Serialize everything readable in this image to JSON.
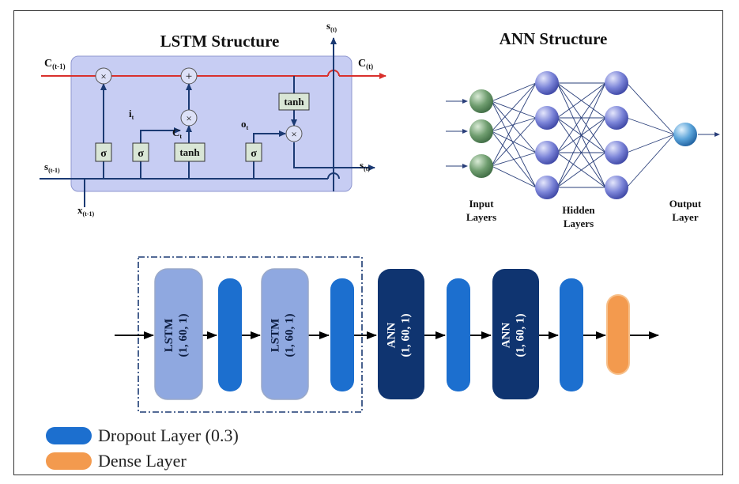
{
  "lstm_structure": {
    "title": "LSTM Structure",
    "labels": {
      "c_prev": "C",
      "c_prev_sub": "(t-1)",
      "c_out": "C",
      "c_out_sub": "(t)",
      "s_top": "s",
      "s_top_sub": "(t)",
      "s_prev": "s",
      "s_prev_sub": "(t-1)",
      "s_out": "s",
      "s_out_sub": "(t)",
      "x_in": "x",
      "x_in_sub": "(t-1)",
      "i_gate": "i",
      "i_gate_sub": "t",
      "c_tilde": "C",
      "c_tilde_sub": "t",
      "o_gate": "o",
      "o_gate_sub": "t"
    },
    "ops": {
      "multiply": "×",
      "add": "+"
    },
    "boxes": {
      "sigma": "σ",
      "tanh": "tanh"
    }
  },
  "ann_structure": {
    "title": "ANN Structure",
    "input_label": [
      "Input",
      "Layers"
    ],
    "hidden_label": [
      "Hidden",
      "Layers"
    ],
    "output_label": [
      "Output",
      "Layer"
    ]
  },
  "architecture": {
    "blocks": [
      {
        "kind": "lstm",
        "name": "LSTM",
        "shape": "(1, 60, 1)"
      },
      {
        "kind": "dropout"
      },
      {
        "kind": "lstm",
        "name": "LSTM",
        "shape": "(1, 60, 1)"
      },
      {
        "kind": "dropout"
      },
      {
        "kind": "ann",
        "name": "ANN",
        "shape": "(1, 60, 1)"
      },
      {
        "kind": "dropout"
      },
      {
        "kind": "ann",
        "name": "ANN",
        "shape": "(1, 60, 1)"
      },
      {
        "kind": "dropout"
      },
      {
        "kind": "dense"
      }
    ]
  },
  "legend": [
    {
      "label": "Dropout Layer (0.3)",
      "color": "#1c6fcf"
    },
    {
      "label": "Dense Layer",
      "color": "#f39a4e"
    }
  ],
  "colors": {
    "lstm_block": "#8fa8e0",
    "ann_block": "#0f3470",
    "dropout": "#1c6fcf",
    "dense": "#f39a4e",
    "cell_bg": "#c7cdf3",
    "cell_line_red": "#d9302c",
    "line_blue": "#1b3a73",
    "input_node": "#6f9d6f",
    "hidden_node": "#7b84d8",
    "output_node": "#5aa3d9"
  }
}
